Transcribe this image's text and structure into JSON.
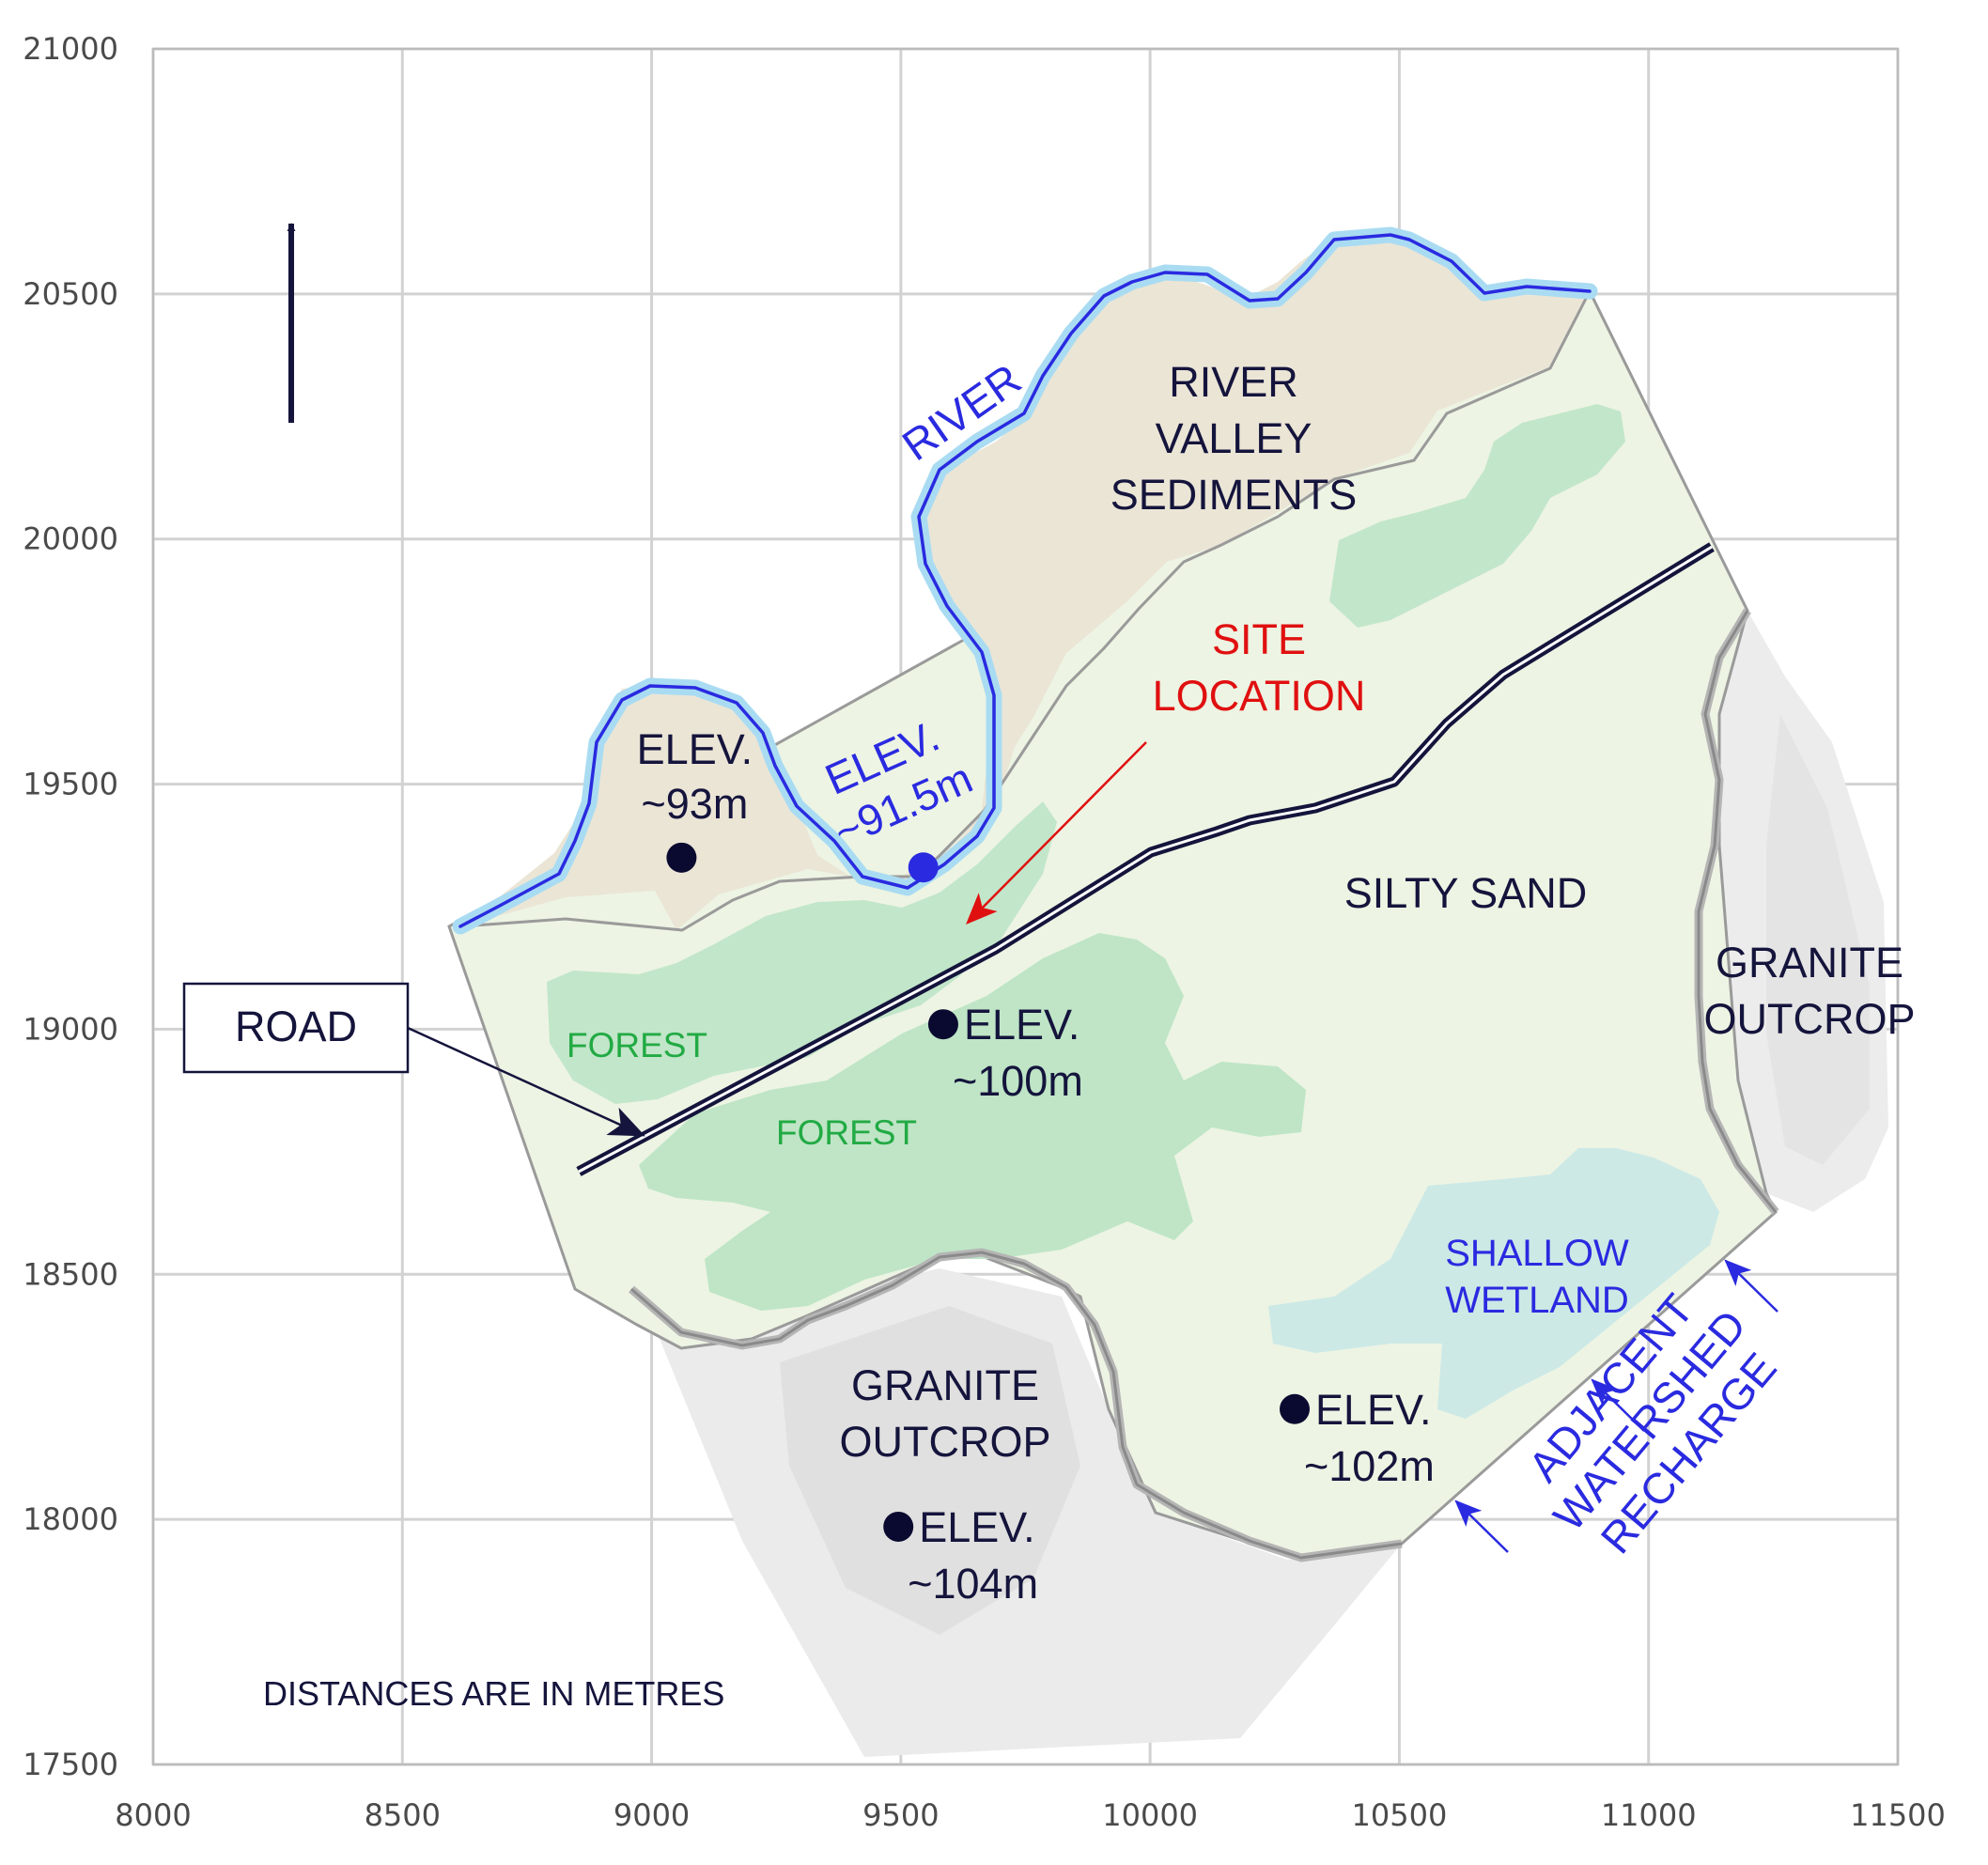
{
  "axes": {
    "x_ticks": [
      "8000",
      "8500",
      "9000",
      "9500",
      "10000",
      "10500",
      "11000",
      "11500"
    ],
    "y_ticks": [
      "21000",
      "20500",
      "20000",
      "19500",
      "19000",
      "18500",
      "18000",
      "17500"
    ]
  },
  "labels": {
    "river": "RIVER",
    "valley": [
      "RIVER",
      "VALLEY",
      "SEDIMENTS"
    ],
    "site": [
      "SITE",
      "LOCATION"
    ],
    "silty_sand": "SILTY SAND",
    "granite_east": [
      "GRANITE",
      "OUTCROP"
    ],
    "granite_south": [
      "GRANITE",
      "OUTCROP"
    ],
    "forest_west": "FOREST",
    "forest_center": "FOREST",
    "wetland": [
      "SHALLOW",
      "WETLAND"
    ],
    "recharge": [
      "ADJACENT",
      "WATERSHED",
      "RECHARGE"
    ],
    "road": "ROAD",
    "note": "DISTANCES ARE IN METRES"
  },
  "elevations": [
    {
      "lines": [
        "ELEV.",
        "~93m"
      ],
      "x": 9060,
      "y": 19350
    },
    {
      "lines": [
        "ELEV.",
        "~91.5m"
      ],
      "x": 9545,
      "y": 19330
    },
    {
      "lines": [
        "ELEV.",
        "~100m"
      ],
      "x": 9585,
      "y": 19010
    },
    {
      "lines": [
        "ELEV.",
        "~102m"
      ],
      "x": 10290,
      "y": 18225
    },
    {
      "lines": [
        "ELEV.",
        "~104m"
      ],
      "x": 9495,
      "y": 17985
    }
  ],
  "colors": {
    "river": "#2a2ae0",
    "river_halo": "#a9dcf2",
    "sediments": "#ebe5d6",
    "silty_sand": "#edf4e3",
    "forest": "#bfe5c6",
    "wetland": "#cce9e6",
    "granite": "#e9e9e9",
    "road": "#14143c",
    "site_arrow": "#e01010",
    "label_dark": "#14143c"
  }
}
